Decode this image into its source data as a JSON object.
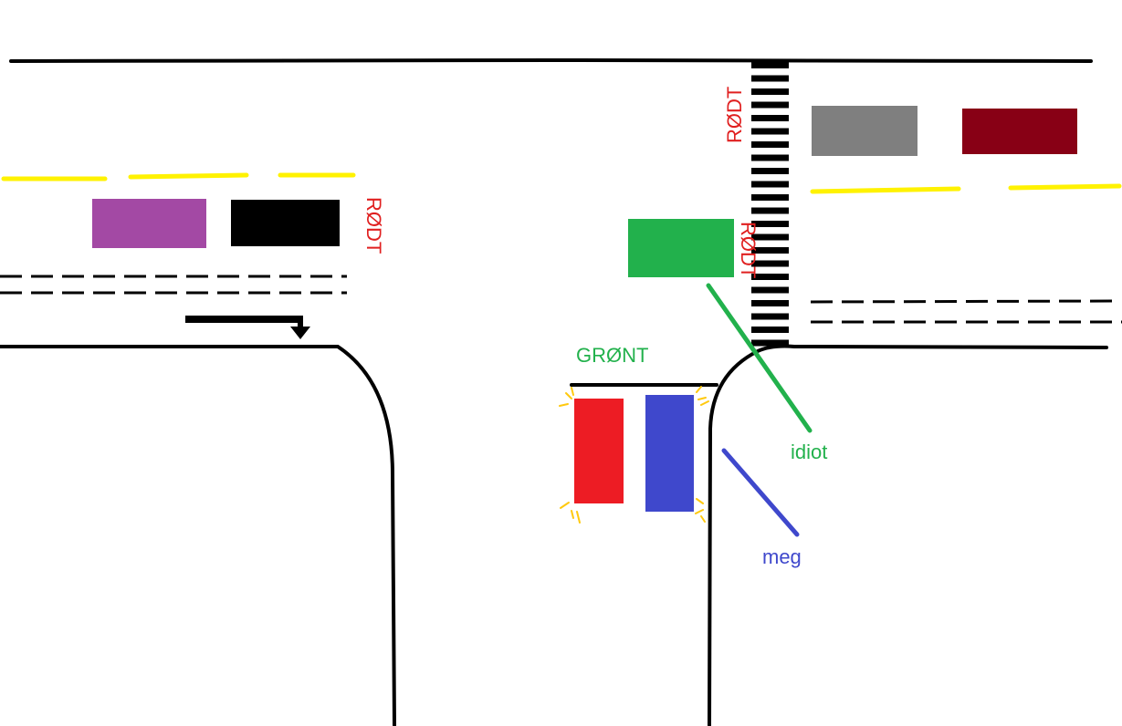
{
  "labels": {
    "red_light_main": "RØDT",
    "red_light_crosswalk_top": "RØDT",
    "red_light_crosswalk_mid": "RØDT",
    "green_light": "GRØNT",
    "idiot": "idiot",
    "meg": "meg"
  },
  "colors": {
    "red_text": "#e02020",
    "green_text": "#22b14c",
    "blue_text": "#3f48cc",
    "purple_car": "#a349a4",
    "black_car": "#000000",
    "gray_car": "#7f7f7f",
    "darkred_car": "#880015",
    "green_car": "#22b14c",
    "red_car": "#ed1c24",
    "blue_car": "#3f48cc",
    "yellow_line": "#fff200",
    "flash": "#ffc90e"
  },
  "cars": [
    {
      "id": "purple-car",
      "color": "purple_car"
    },
    {
      "id": "black-car",
      "color": "black_car"
    },
    {
      "id": "gray-car",
      "color": "gray_car"
    },
    {
      "id": "darkred-car",
      "color": "darkred_car"
    },
    {
      "id": "green-car",
      "color": "green_car"
    },
    {
      "id": "red-car",
      "color": "red_car"
    },
    {
      "id": "blue-car",
      "color": "blue_car"
    }
  ]
}
